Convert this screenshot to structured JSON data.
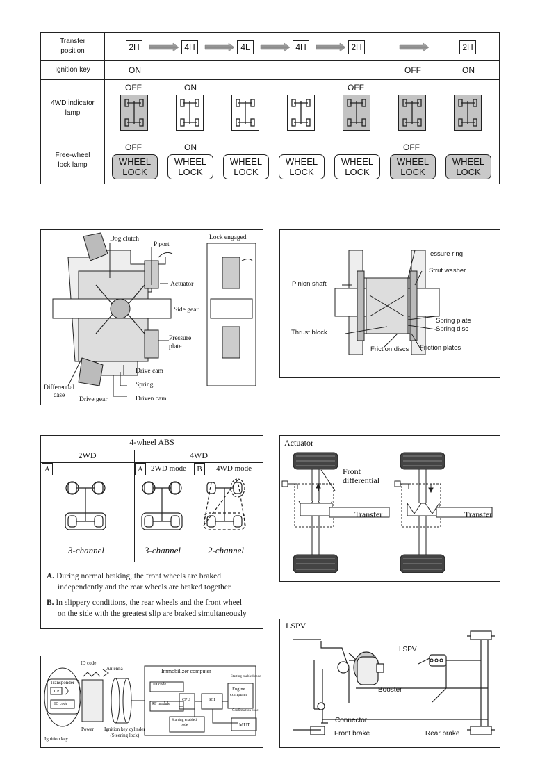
{
  "transfer_table": {
    "row_labels": {
      "transfer_position": "Transfer position",
      "ignition_key": "Ignition key",
      "indicator_lamp": "4WD indicator lamp",
      "freewheel_lamp": "Free-wheel lock lamp"
    },
    "positions": [
      "2H",
      "4H",
      "4L",
      "4H",
      "2H",
      "",
      "2H"
    ],
    "ignition": [
      "ON",
      "",
      "",
      "",
      "",
      "OFF",
      "ON"
    ],
    "indicator_state": [
      "OFF",
      "ON",
      "",
      "",
      "OFF",
      "",
      ""
    ],
    "freewheel_state": [
      "OFF",
      "ON",
      "",
      "",
      "",
      "OFF",
      ""
    ],
    "wheel_lock_label": "WHEEL LOCK",
    "wheel_lock_line1": "WHEEL",
    "wheel_lock_line2": "LOCK"
  },
  "dog_clutch_diagram": {
    "labels": {
      "dog_clutch": "Dog clutch",
      "p_port": "P port",
      "lock_engaged": "Lock engaged",
      "actuator": "Actuator",
      "side_gear": "Side gear",
      "pressure_plate_1": "Pressure",
      "pressure_plate_2": "plate",
      "drive_cam": "Drive cam",
      "spring": "Spring",
      "driven_cam": "Driven cam",
      "drive_gear": "Drive gear",
      "differential_case_1": "Differential",
      "differential_case_2": "case"
    }
  },
  "lsd_diagram": {
    "labels": {
      "pressure_ring": "essure ring",
      "strut_washer": "Strut washer",
      "pinion_shaft": "Pinion shaft",
      "thrust_block": "Thrust block",
      "spring_plate": "Spring plate",
      "spring_disc": "Spring disc",
      "friction_discs": "Friction discs",
      "friction_plates": "Friction plates"
    }
  },
  "abs_diagram": {
    "title": "4-wheel ABS",
    "col_2wd": "2WD",
    "col_4wd": "4WD",
    "panel_a": "A",
    "panel_b": "B",
    "mode_2wd": "2WD mode",
    "mode_4wd": "4WD mode",
    "channels": [
      "3-channel",
      "3-channel",
      "2-channel"
    ],
    "notes": [
      {
        "key": "A.",
        "line1": "During normal braking, the front wheels are braked",
        "line2": "independently and the rear wheels are braked together."
      },
      {
        "key": "B.",
        "line1": "In slippery conditions, the rear wheels and the front wheel",
        "line2": "on the side with the greatest slip are braked simultaneously"
      }
    ]
  },
  "front_diff_diagram": {
    "labels": {
      "actuator": "Actuator",
      "front_diff_1": "Front",
      "front_diff_2": "differential",
      "transfer_left": "Transfer",
      "transfer_right": "Transfer"
    }
  },
  "immobilizer_diagram": {
    "labels": {
      "id_code_top": "ID code",
      "antenna": "Antenna",
      "transponder": "Transponder",
      "cpu_t": "CPU",
      "id_code_t": "ID code",
      "power": "Power",
      "ignition_key": "Ignition key",
      "cyl_1": "Ignition key cylinder",
      "cyl_2": "(Steering lock)",
      "immob_title": "Immobilizer computer",
      "id_code_c": "ID code",
      "rf_module": "RF module",
      "cpu_c": "CPU",
      "sci": "SCI",
      "engine_1": "Engine",
      "engine_2": "computer",
      "start_code": "Starting enabled code",
      "confirm_code": "Confirmation code",
      "start_code_2a": "Starting enabled",
      "start_code_2b": "code",
      "mut": "MUT"
    }
  },
  "lspv_diagram": {
    "labels": {
      "title": "LSPV",
      "lspv": "LSPV",
      "booster": "Booster",
      "connector": "Connector",
      "front_brake": "Front brake",
      "rear_brake": "Rear brake"
    }
  }
}
